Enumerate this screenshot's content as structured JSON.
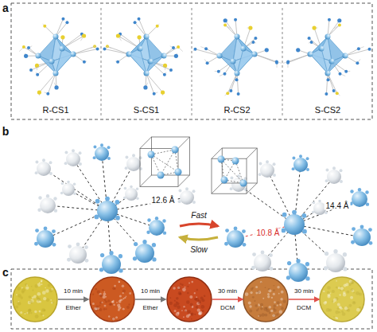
{
  "diagram": {
    "labels": [
      "a",
      "R-CS1",
      "S-CS1",
      "R-CS2",
      "S-CS2",
      "b",
      "12.6 Å",
      "Fast",
      "Slow",
      "14.4 Å",
      "10.8 Å",
      "c",
      "10 min",
      "Ether",
      "10 min",
      "Ether",
      "30 min",
      "DCM",
      "30 min",
      "DCM"
    ]
  }
}
